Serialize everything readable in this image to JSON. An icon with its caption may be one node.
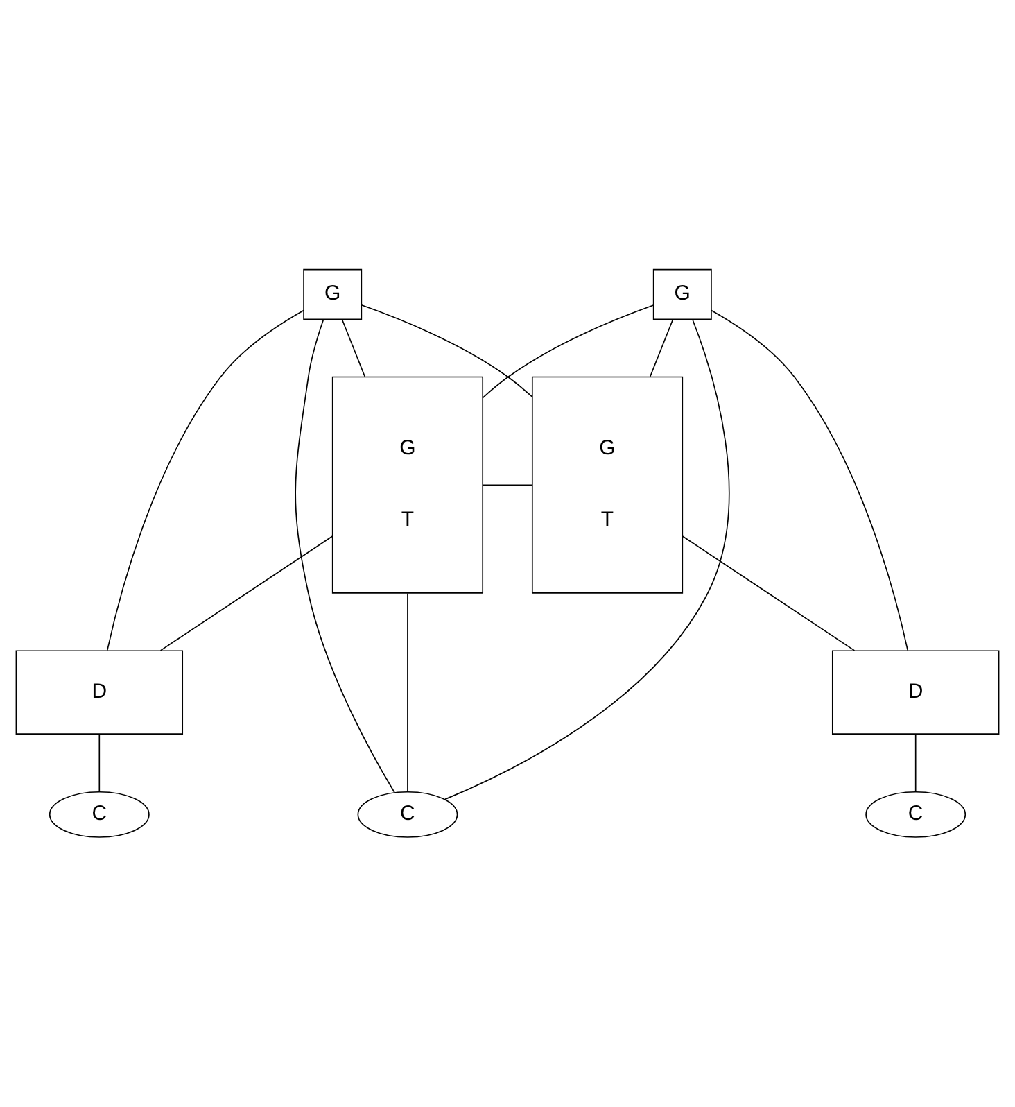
{
  "diagram": {
    "nodes": [
      {
        "text": [
          "G",
          "T"
        ]
      },
      {
        "text": [
          "G"
        ]
      },
      {
        "text": [
          "G"
        ]
      },
      {
        "text": [
          "G",
          "T"
        ]
      },
      {
        "text": [
          "D"
        ]
      },
      {
        "text": [
          "D"
        ]
      },
      {
        "text": [
          "C"
        ]
      },
      {
        "text": [
          "C"
        ]
      },
      {
        "text": [
          "C"
        ]
      }
    ],
    "edges": [
      {
        "from": 1,
        "to": 0,
        "arrow": "none"
      },
      {
        "from": 1,
        "to": 3,
        "arrow": "none"
      },
      {
        "from": 1,
        "to": 5,
        "arrow": "none"
      },
      {
        "from": 1,
        "to": 7,
        "arrow": "none"
      },
      {
        "from": 2,
        "to": 3,
        "arrow": "none"
      },
      {
        "from": 2,
        "to": 0,
        "arrow": "none"
      },
      {
        "from": 2,
        "to": 4,
        "arrow": "none"
      },
      {
        "from": 2,
        "to": 7,
        "arrow": "none"
      },
      {
        "from": 0,
        "to": 3,
        "arrow": "none"
      },
      {
        "from": 0,
        "to": 7,
        "arrow": "none"
      },
      {
        "from": 0,
        "to": 4,
        "arrow": "none"
      },
      {
        "from": 3,
        "to": 5,
        "arrow": "none"
      },
      {
        "from": 4,
        "to": 6,
        "arrow": "none"
      },
      {
        "from": 5,
        "to": 8,
        "arrow": "none"
      }
    ]
  }
}
